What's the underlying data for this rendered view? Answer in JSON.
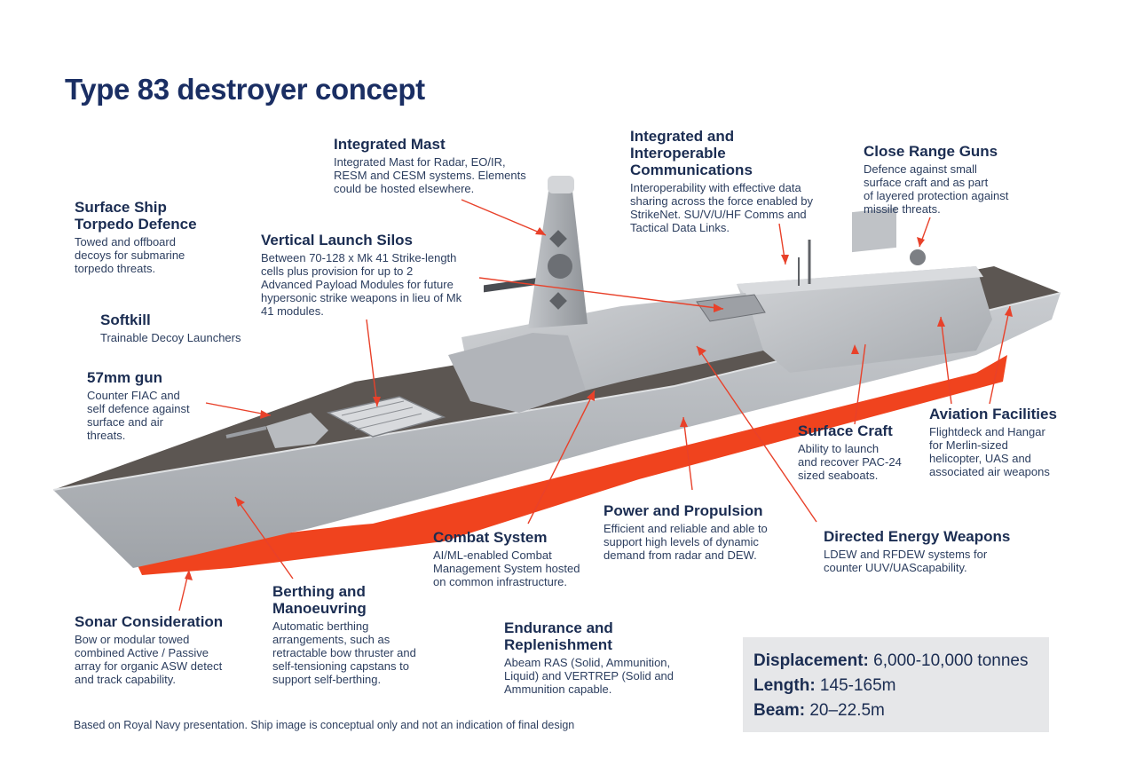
{
  "title": "Type 83 destroyer concept",
  "callouts": {
    "integrated_mast": {
      "title": "Integrated Mast",
      "text": "Integrated Mast for Radar, EO/IR,\nRESM and CESM systems. Elements\ncould be hosted elsewhere."
    },
    "communications": {
      "title": "Integrated and\nInteroperable\nCommunications",
      "text": "Interoperability with effective data\nsharing across the force enabled by\nStrikeNet. SU/V/U/HF Comms and\nTactical Data Links."
    },
    "close_range_guns": {
      "title": "Close Range Guns",
      "text": "Defence against small\nsurface craft and as part\nof layered protection against\nmissile threats."
    },
    "torpedo_defence": {
      "title": "Surface Ship\nTorpedo Defence",
      "text": "Towed and offboard\ndecoys for submarine\ntorpedo threats."
    },
    "vertical_launch": {
      "title": "Vertical Launch Silos",
      "text": "Between 70-128 x Mk 41 Strike-length\ncells plus provision for up to 2\nAdvanced Payload Modules for future\nhypersonic strike weapons in lieu of Mk\n41 modules."
    },
    "softkill": {
      "title": "Softkill",
      "text": "Trainable Decoy Launchers"
    },
    "gun_57mm": {
      "title": "57mm gun",
      "text": "Counter FIAC and\nself defence against\nsurface and air\nthreats."
    },
    "surface_craft": {
      "title": "Surface Craft",
      "text": "Ability to launch\nand recover PAC-24\nsized seaboats."
    },
    "aviation": {
      "title": "Aviation Facilities",
      "text": "Flightdeck and Hangar\nfor Merlin-sized\nhelicopter, UAS and\nassociated air weapons"
    },
    "power": {
      "title": "Power and Propulsion",
      "text": "Efficient and reliable and able to\nsupport high levels of dynamic\ndemand from radar and DEW."
    },
    "combat_system": {
      "title": "Combat System",
      "text": "AI/ML-enabled Combat\nManagement System hosted\non common infrastructure."
    },
    "directed_energy": {
      "title": "Directed Energy Weapons",
      "text": "LDEW and RFDEW systems for\ncounter UUV/UAScapability."
    },
    "berthing": {
      "title": "Berthing and\nManoeuvring",
      "text": "Automatic berthing\narrangements, such as\nretractable bow thruster and\nself-tensioning capstans to\nsupport self-berthing."
    },
    "sonar": {
      "title": "Sonar Consideration",
      "text": "Bow or modular towed\ncombined Active / Passive\narray for organic ASW detect\nand track capability."
    },
    "endurance": {
      "title": "Endurance and\nReplenishment",
      "text": "Abeam RAS (Solid, Ammunition,\nLiquid) and VERTREP (Solid and\nAmmunition capable."
    }
  },
  "specs": {
    "displacement_label": "Displacement:",
    "displacement_value": " 6,000-10,000 tonnes",
    "length_label": "Length:",
    "length_value": " 145-165m",
    "beam_label": "Beam:",
    "beam_value": " 20–22.5m"
  },
  "footnote": "Based on Royal Navy presentation. Ship image is conceptual only and not an indication of final design",
  "colors": {
    "title": "#1a2e63",
    "text": "#1b2d52",
    "leader_lines": "#e8412a",
    "hull_red": "#f0431e",
    "hull_grey": "#b9bcc0",
    "deck": "#5c5652",
    "spec_box": "#e6e7e9"
  }
}
